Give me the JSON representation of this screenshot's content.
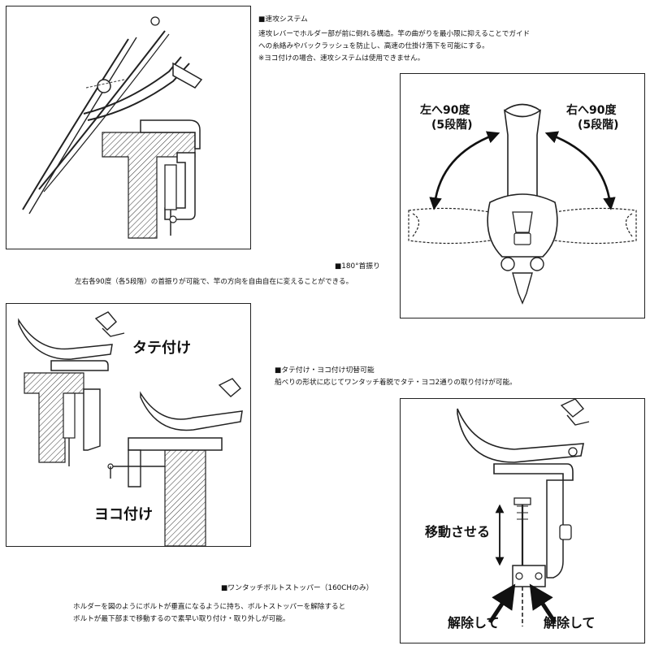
{
  "sections": {
    "quick_attack": {
      "heading": "■速攻システム",
      "lines": [
        "速攻レバーでホルダー部が前に倒れる構造。竿の曲がりを最小限に抑えることでガイド",
        "への糸絡みやバックラッシュを防止し、高速の仕掛け落下を可能にする。",
        "※ヨコ付けの場合、速攻システムは使用できません。"
      ]
    },
    "swivel": {
      "heading": "■180°首振り",
      "body": "左右各90度（各5段階）の首振りが可能で、竿の方向を自由自在に変えることができる。",
      "label_left_1": "左へ90度",
      "label_left_2": "(5段階)",
      "label_right_1": "右へ90度",
      "label_right_2": "(5段階)"
    },
    "mount": {
      "heading": "■タテ付け・ヨコ付け切替可能",
      "body": "船べりの形状に応じてワンタッチ着脱でタテ・ヨコ2通りの取り付けが可能。",
      "label_vertical": "タテ付け",
      "label_horizontal": "ヨコ付け"
    },
    "stopper": {
      "heading": "■ワンタッチボルトストッパー（160CHのみ）",
      "lines": [
        "ホルダーを図のようにボルトが垂直になるように持ち、ボルトストッパーを解除すると",
        "ボルトが最下部まで移動するので素早い取り付け・取り外しが可能。"
      ],
      "label_move": "移動させる",
      "label_release_left": "解除して",
      "label_release_right": "解除して"
    }
  }
}
